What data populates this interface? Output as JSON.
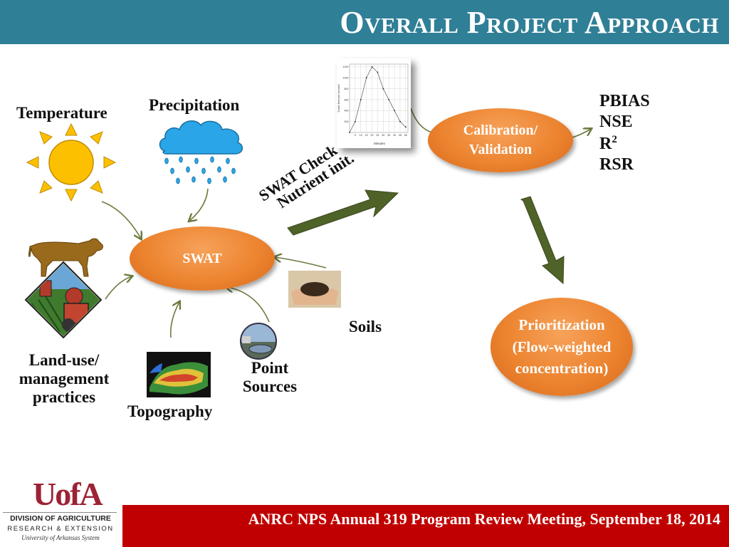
{
  "title": "Overall Project Approach",
  "labels": {
    "temperature": "Temperature",
    "precipitation": "Precipitation",
    "land_use_1": "Land-use/",
    "land_use_2": "management",
    "land_use_3": "practices",
    "topography": "Topography",
    "point_1": "Point",
    "point_2": "Sources",
    "soils": "Soils"
  },
  "nodes": {
    "swat": "SWAT",
    "calibration_1": "Calibration/",
    "calibration_2": "Validation",
    "prioritization_1": "Prioritization",
    "prioritization_2": "(Flow-weighted",
    "prioritization_3": "concentration)"
  },
  "arrow_text": {
    "line1": "SWAT Check",
    "line2": "Nutrient init."
  },
  "metrics": {
    "m1": "PBIAS",
    "m2": "NSE",
    "m3_base": "R",
    "m3_sup": "2",
    "m4": "RSR"
  },
  "hydrograph": {
    "x": [
      0,
      5,
      10,
      15,
      20,
      25,
      30,
      35,
      40,
      45,
      50
    ],
    "y": [
      0,
      200,
      600,
      1000,
      1200,
      1100,
      800,
      600,
      400,
      200,
      100
    ],
    "x_ticks": [
      "5",
      "10",
      "15",
      "20",
      "25",
      "30",
      "35",
      "40",
      "45",
      "50"
    ],
    "y_ticks": [
      "1200",
      "1000",
      "800",
      "600",
      "400",
      "200"
    ],
    "xlabel": "Minutes",
    "ylabel": "Cubic feet per second"
  },
  "footer": "ANRC NPS Annual 319 Program Review Meeting, September 18, 2014",
  "logo": {
    "mark": "UofA",
    "line1": "DIVISION OF AGRICULTURE",
    "line2": "RESEARCH & EXTENSION",
    "line3": "University of Arkansas System"
  },
  "colors": {
    "title_bar": "#2f7f96",
    "footer_bar": "#c00000",
    "oval": "#ec8430",
    "big_arrow": "#4f6228",
    "thin_arrow": "#6b7a3e"
  }
}
